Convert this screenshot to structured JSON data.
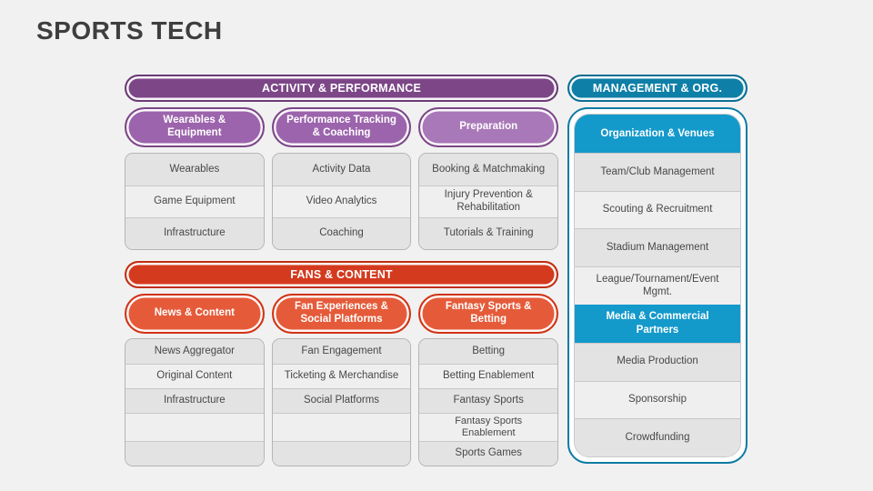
{
  "title": "SPORTS TECH",
  "colors": {
    "background": "#f1f1f1",
    "title_text": "#3e3e3e",
    "purple_header": "#7c4687",
    "purple_subpill": "#9c64ac",
    "purple_subpill_light": "#a978b8",
    "red_header": "#d43a1e",
    "red_subpill": "#e55b3a",
    "teal_header": "#0e7fa7",
    "blue_band": "#1499cb",
    "row_dark": "#e3e3e3",
    "row_light": "#efefef",
    "cell_text": "#484848"
  },
  "sections": {
    "activity": {
      "header": "ACTIVITY & PERFORMANCE",
      "columns": [
        {
          "pill": "Wearables & Equipment",
          "items": [
            "Wearables",
            "Game Equipment",
            "Infrastructure"
          ]
        },
        {
          "pill": "Performance Tracking & Coaching",
          "items": [
            "Activity Data",
            "Video Analytics",
            "Coaching"
          ]
        },
        {
          "pill": "Preparation",
          "items": [
            "Booking & Matchmaking",
            "Injury Prevention & Rehabilitation",
            "Tutorials & Training"
          ]
        }
      ]
    },
    "fans": {
      "header": "FANS & CONTENT",
      "columns": [
        {
          "pill": "News & Content",
          "items": [
            "News Aggregator",
            "Original Content",
            "Infrastructure",
            "",
            ""
          ]
        },
        {
          "pill": "Fan Experiences & Social Platforms",
          "items": [
            "Fan Engagement",
            "Ticketing & Merchandise",
            "Social Platforms",
            "",
            ""
          ]
        },
        {
          "pill": "Fantasy Sports & Betting",
          "items": [
            "Betting",
            "Betting Enablement",
            "Fantasy Sports",
            "Fantasy Sports Enablement",
            "Sports Games"
          ]
        }
      ]
    },
    "management": {
      "header": "MANAGEMENT & ORG.",
      "groups": [
        {
          "header": "Organization & Venues",
          "items": [
            "Team/Club Management",
            "Scouting & Recruitment",
            "Stadium Management",
            "League/Tournament/Event Mgmt."
          ]
        },
        {
          "header": "Media & Commercial Partners",
          "items": [
            "Media Production",
            "Sponsorship",
            "Crowdfunding"
          ]
        }
      ]
    }
  }
}
